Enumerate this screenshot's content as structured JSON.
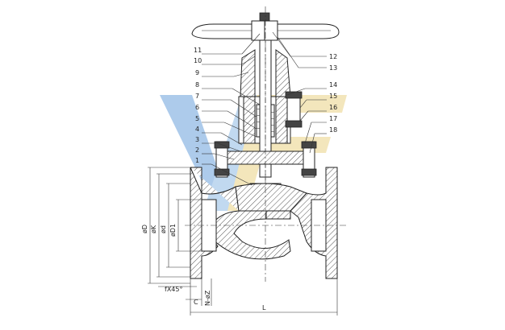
{
  "part_labels": {
    "left": [
      "11",
      "10",
      "9",
      "8",
      "7",
      "6",
      "5",
      "4",
      "3",
      "2",
      "1"
    ],
    "right": [
      "12",
      "13",
      "14",
      "15",
      "16",
      "17",
      "18"
    ]
  },
  "dimensions": {
    "D": "øD",
    "K": "øK",
    "d": "ød",
    "D1": "øD1",
    "fx45": "fX45°",
    "NZ": "N-øZ",
    "C": "C",
    "L": "L"
  },
  "colors": {
    "watermark_blue": "#9fc3e8",
    "watermark_yellow": "#f1e2b0",
    "line": "#222222"
  }
}
